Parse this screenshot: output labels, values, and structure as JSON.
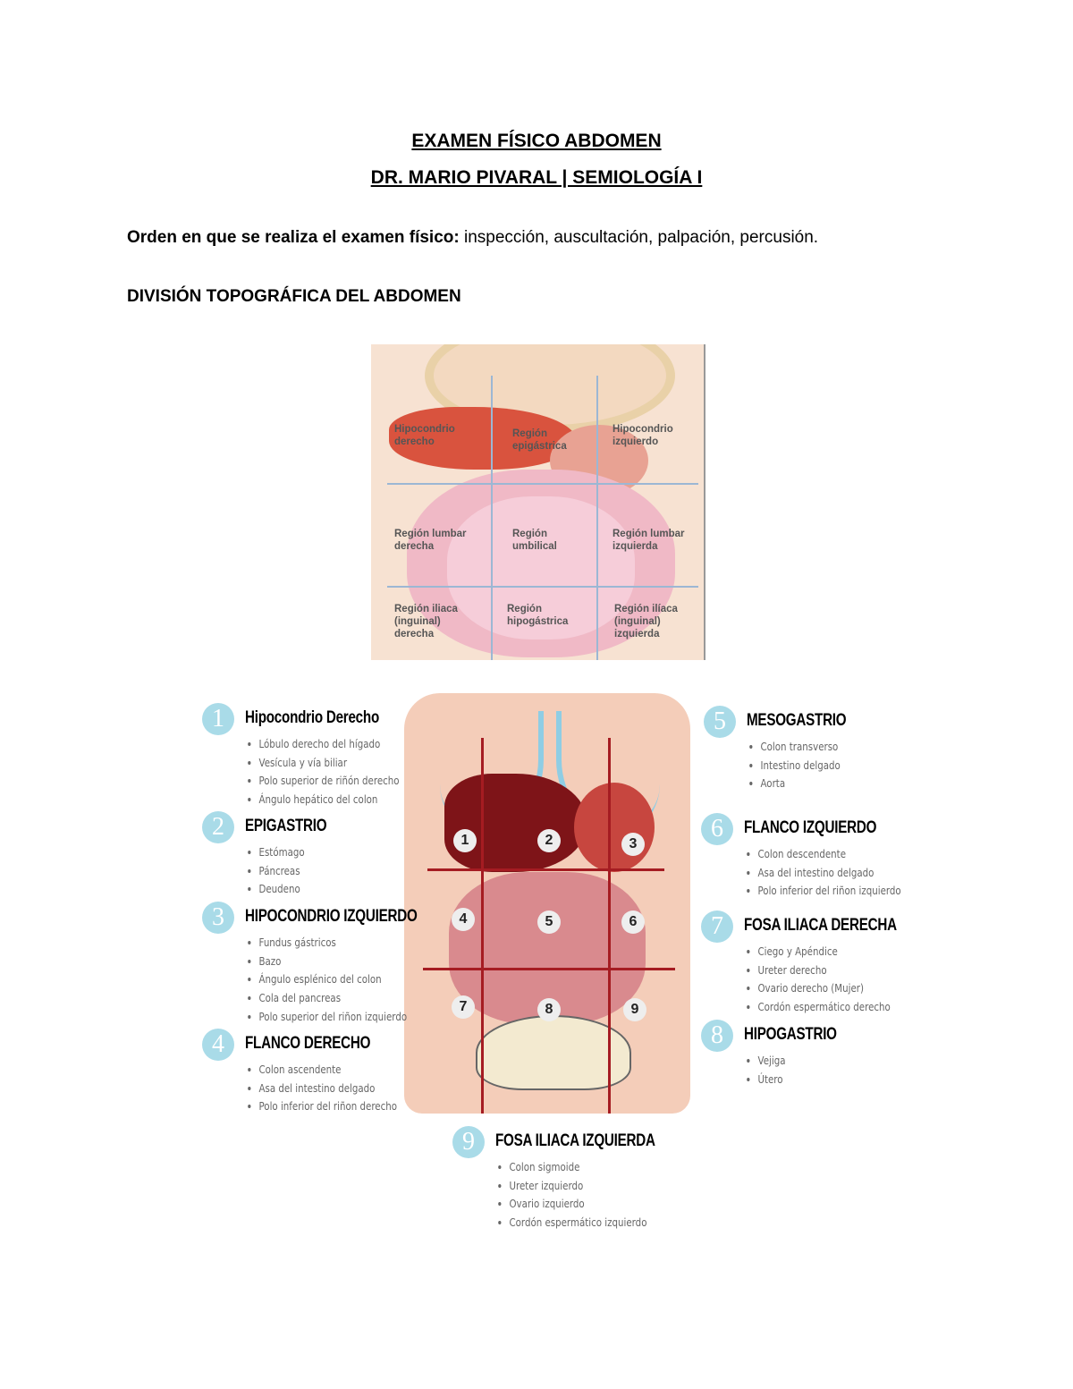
{
  "title": "EXAMEN FÍSICO ABDOMEN",
  "subtitle": "DR. MARIO PIVARAL | SEMIOLOGÍA I",
  "order_label": "Orden en que se realiza el examen físico:",
  "order_text": " inspección, auscultación, palpación, percusión.",
  "section_heading": "DIVISIÓN TOPOGRÁFICA DEL ABDOMEN",
  "figure1_labels": [
    "Hipocondrio derecho",
    "Región epigástrica",
    "Hipocondrio izquierdo",
    "Región lumbar derecha",
    "Región umbilical",
    "Región lumbar izquierda",
    "Región iliaca (inguinal) derecha",
    "Región hipogástrica",
    "Región ilíaca (inguinal) izquierda"
  ],
  "figure2_markers": [
    "1",
    "2",
    "3",
    "4",
    "5",
    "6",
    "7",
    "8",
    "9"
  ],
  "regions": [
    {
      "n": "1",
      "name": "Hipocondrio Derecho",
      "items": [
        "Lóbulo derecho del hígado",
        "Vesícula y vía biliar",
        "Polo superior de riñón derecho",
        "Ángulo hepático del colon"
      ]
    },
    {
      "n": "2",
      "name": "EPIGASTRIO",
      "items": [
        "Estómago",
        "Páncreas",
        "Deudeno"
      ]
    },
    {
      "n": "3",
      "name": "HIPOCONDRIO IZQUIERDO",
      "items": [
        "Fundus gástricos",
        "Bazo",
        "Ángulo esplénico del colon",
        "Cola del pancreas",
        "Polo superior del riñon izquierdo"
      ]
    },
    {
      "n": "4",
      "name": "FLANCO DERECHO",
      "items": [
        "Colon ascendente",
        "Asa del intestino delgado",
        "Polo inferior del riñon derecho"
      ]
    },
    {
      "n": "5",
      "name": "MESOGASTRIO",
      "items": [
        "Colon transverso",
        "Intestino delgado",
        "Aorta"
      ]
    },
    {
      "n": "6",
      "name": "FLANCO IZQUIERDO",
      "items": [
        "Colon descendente",
        "Asa del intestino delgado",
        "Polo inferior del riñon izquierdo"
      ]
    },
    {
      "n": "7",
      "name": "FOSA ILIACA DERECHA",
      "items": [
        "Ciego y Apéndice",
        "Ureter derecho",
        "Ovario derecho (Mujer)",
        "Cordón espermático derecho"
      ]
    },
    {
      "n": "8",
      "name": "HIPOGASTRIO",
      "items": [
        "Vejiga",
        "Útero"
      ]
    },
    {
      "n": "9",
      "name": "FOSA ILIACA IZQUIERDA",
      "items": [
        "Colon sigmoide",
        "Ureter izquierdo",
        "Ovario izquierdo",
        "Cordón espermático izquierdo"
      ]
    }
  ]
}
